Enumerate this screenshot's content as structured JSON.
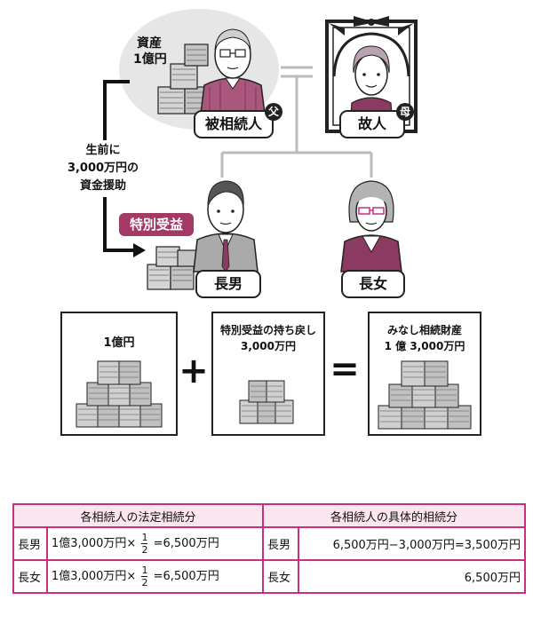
{
  "top": {
    "assets_label": "資産",
    "assets_amount": "1億円",
    "father_label": "被相続人",
    "father_badge": "父",
    "mother_label": "故人",
    "mother_badge": "母",
    "gift_line1": "生前に",
    "gift_line2": "3,000万円の",
    "gift_line3": "資金援助",
    "special_tag": "特別受益",
    "son_label": "長男",
    "daughter_label": "長女"
  },
  "equation": {
    "box1_amount": "1億円",
    "plus": "+",
    "box2_title": "特別受益の持ち戻し",
    "box2_amount": "3,000万円",
    "equals": "=",
    "box3_title": "みなし相続財産",
    "box3_amount": "1 億 3,000万円"
  },
  "table": {
    "header_left": "各相続人の法定相続分",
    "header_right": "各相続人の具体的相続分",
    "rows": [
      {
        "heir": "長男",
        "formula": "1億3,000万円×",
        "num": "1",
        "den": "2",
        "result": "=6,500万円",
        "heir2": "長男",
        "concrete": "6,500万円−3,000万円=3,500万円"
      },
      {
        "heir": "長女",
        "formula": "1億3,000万円×",
        "num": "1",
        "den": "2",
        "result": "=6,500万円",
        "heir2": "長女",
        "concrete": "6,500万円"
      }
    ]
  },
  "colors": {
    "accent": "#c9307b",
    "tag": "#a33a66",
    "header_bg": "#fbe5ef"
  }
}
